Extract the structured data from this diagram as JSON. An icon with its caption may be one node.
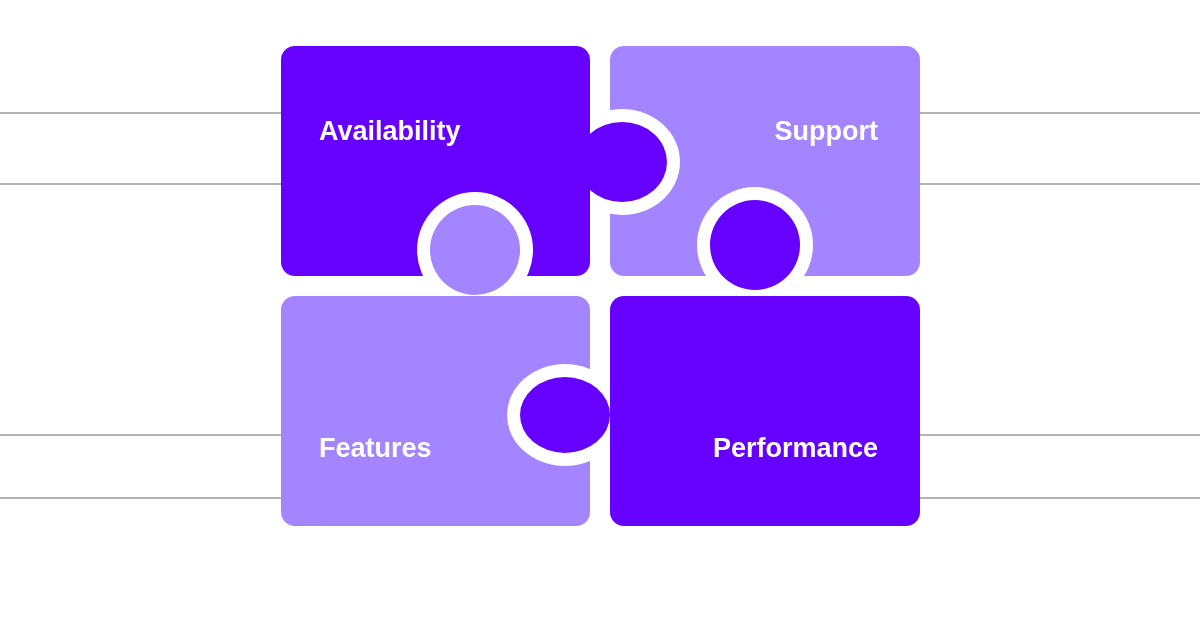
{
  "diagram": {
    "nodes": [
      {
        "text": [
          "Availability"
        ]
      },
      {
        "text": [
          "Support"
        ]
      },
      {
        "text": [
          "Features"
        ]
      },
      {
        "text": [
          "Performance"
        ]
      }
    ]
  }
}
